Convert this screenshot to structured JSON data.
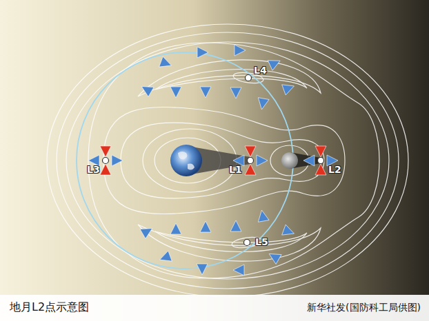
{
  "diagram": {
    "title": "地月L2点示意图",
    "caption": "新华社发(国防科工局供图)",
    "labels": [
      "L4",
      "L3",
      "L1",
      "L2",
      "L5"
    ]
  }
}
